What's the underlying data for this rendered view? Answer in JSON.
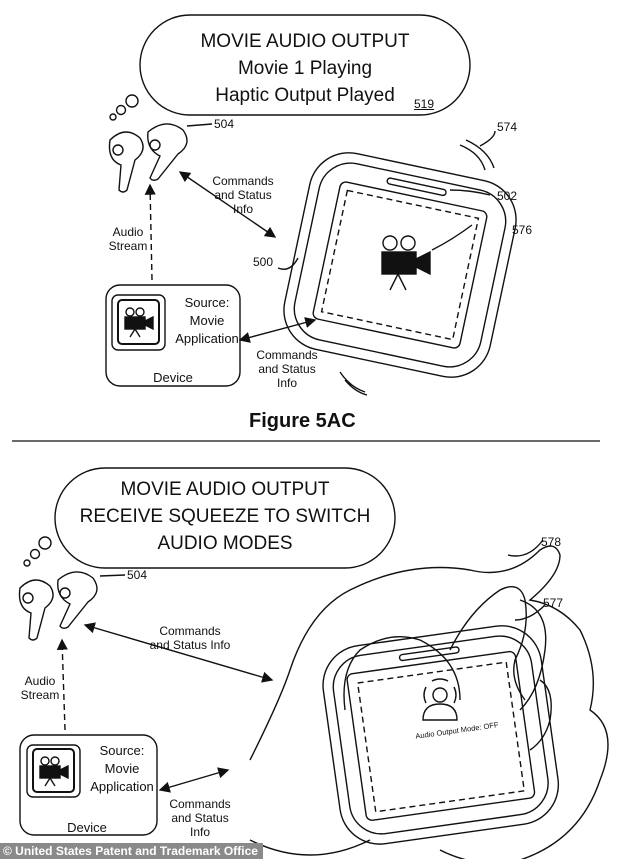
{
  "fig_a": {
    "bubble_lines": [
      "MOVIE AUDIO OUTPUT",
      "Movie 1 Playing",
      "Haptic Output Played"
    ],
    "refs": {
      "bubble": "519",
      "earbuds": "504",
      "vibration": "574",
      "display": "502",
      "movie_icon": "576",
      "case": "500"
    },
    "commands_top": [
      "Commands",
      "and Status",
      "Info"
    ],
    "audio_stream": [
      "Audio",
      "Stream"
    ],
    "device": {
      "source_lines": [
        "Source:",
        "Movie",
        "Application"
      ],
      "label": "Device"
    },
    "commands_bottom": [
      "Commands",
      "and Status",
      "Info"
    ],
    "caption": "Figure 5AC"
  },
  "fig_b": {
    "bubble_lines": [
      "MOVIE AUDIO OUTPUT",
      "RECEIVE SQUEEZE TO SWITCH",
      "AUDIO MODES"
    ],
    "refs": {
      "earbuds": "504",
      "hand": "578",
      "display": "577"
    },
    "commands_top": [
      "Commands",
      "and Status Info"
    ],
    "audio_stream": [
      "Audio",
      "Stream"
    ],
    "device": {
      "source_lines": [
        "Source:",
        "Movie",
        "Application"
      ],
      "label": "Device"
    },
    "commands_bottom": [
      "Commands",
      "and Status",
      "Info"
    ],
    "screen_text": "Audio Output Mode: OFF"
  },
  "credit": "© United States Patent and Trademark Office"
}
